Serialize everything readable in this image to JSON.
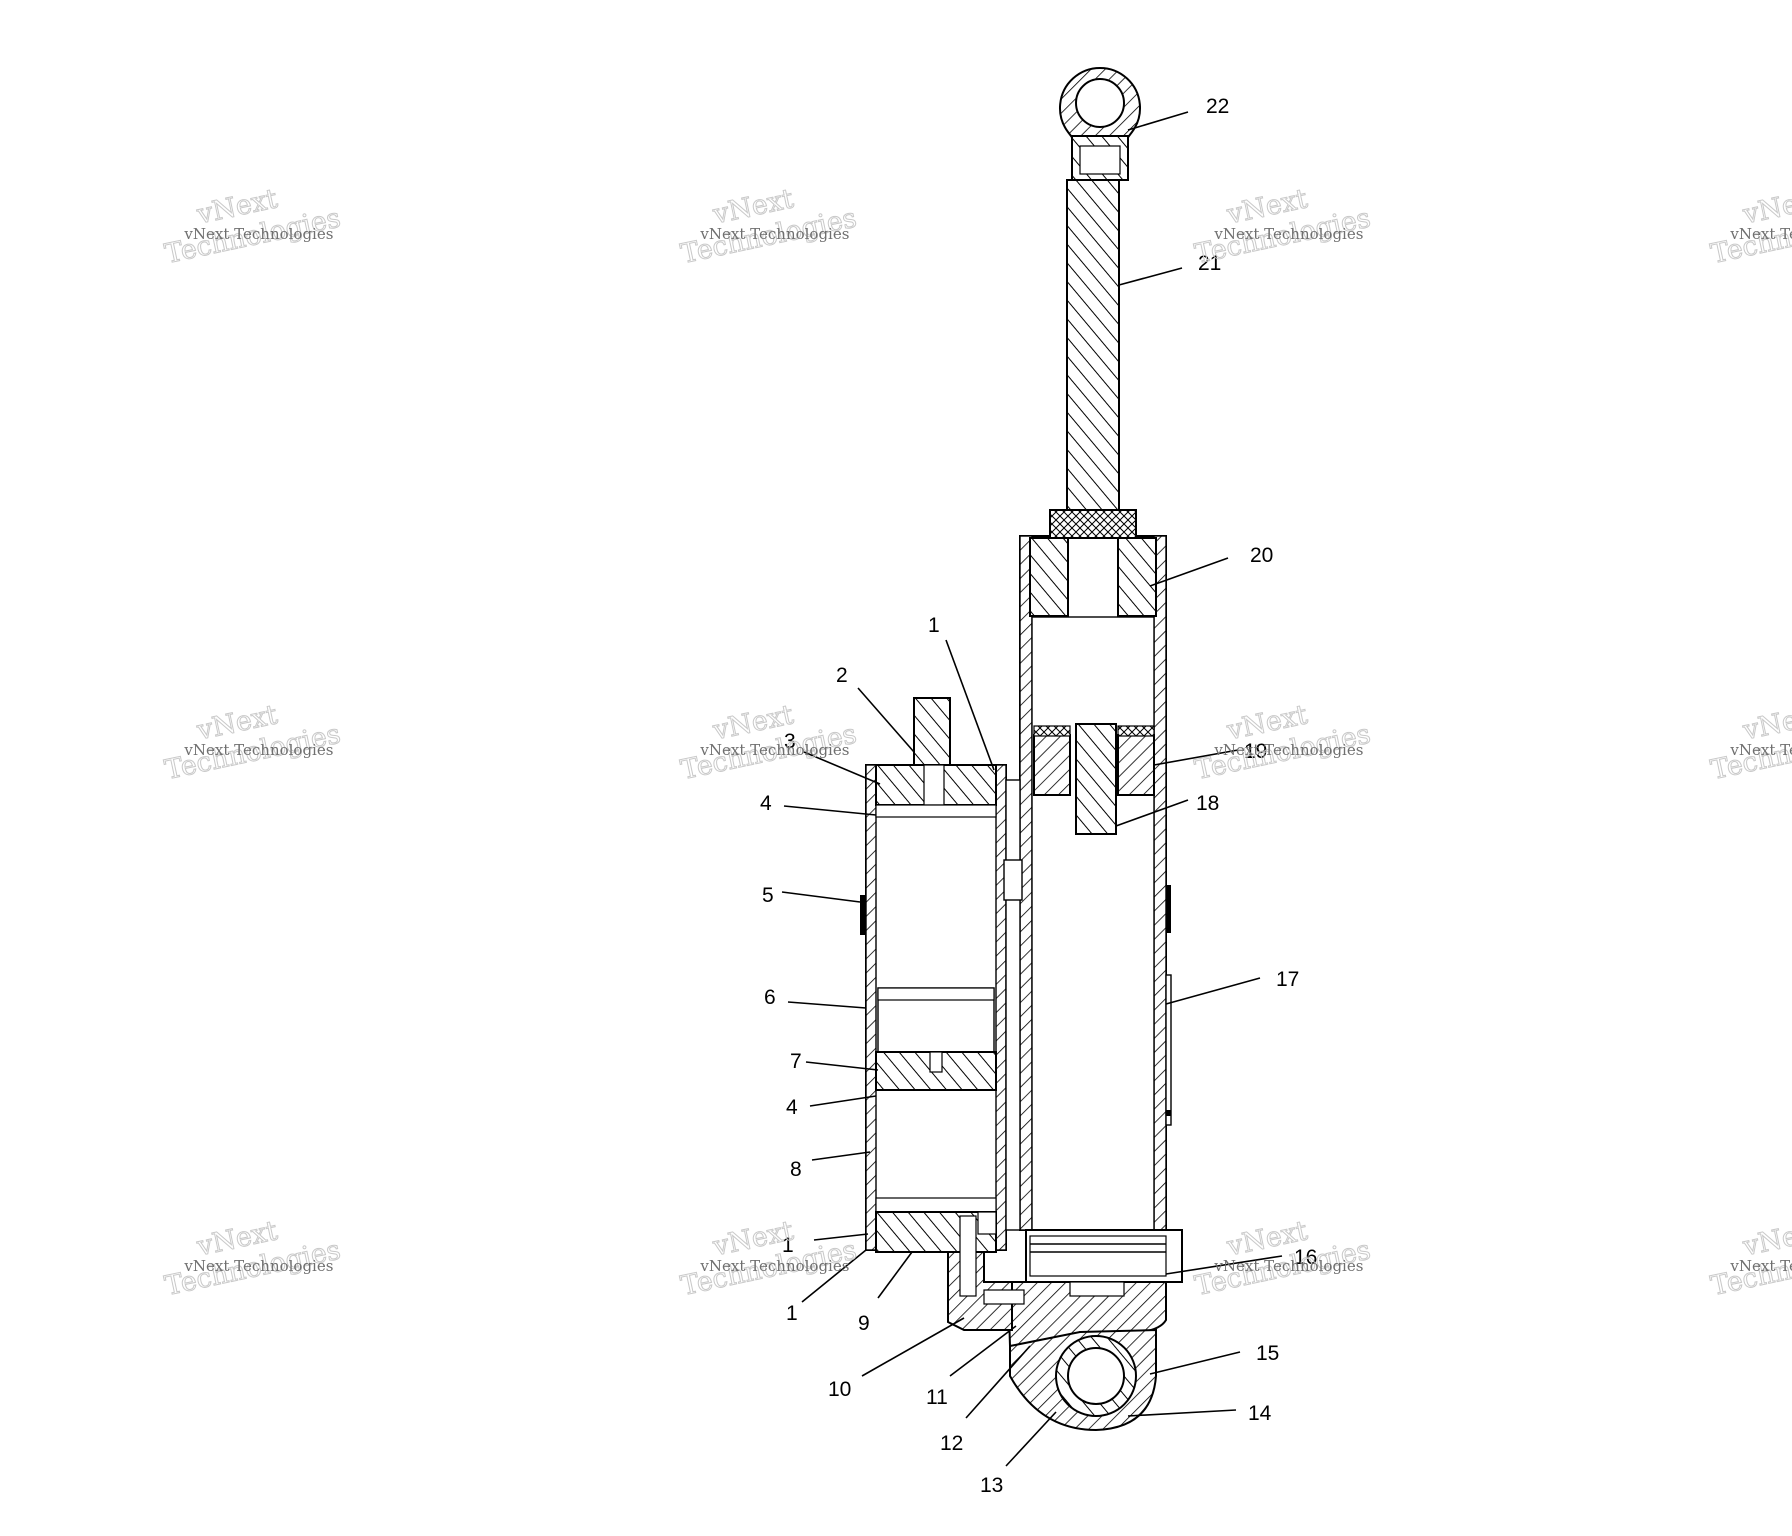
{
  "watermark": {
    "line1": "vNext Technologies",
    "line2": "vNext",
    "line3": "Technologies"
  },
  "callouts": [
    {
      "id": "c22",
      "label": "22"
    },
    {
      "id": "c21",
      "label": "21"
    },
    {
      "id": "c20",
      "label": "20"
    },
    {
      "id": "c1a",
      "label": "1"
    },
    {
      "id": "c2",
      "label": "2"
    },
    {
      "id": "c3",
      "label": "3"
    },
    {
      "id": "c4a",
      "label": "4"
    },
    {
      "id": "c19",
      "label": "19"
    },
    {
      "id": "c18",
      "label": "18"
    },
    {
      "id": "c5",
      "label": "5"
    },
    {
      "id": "c17",
      "label": "17"
    },
    {
      "id": "c6",
      "label": "6"
    },
    {
      "id": "c7",
      "label": "7"
    },
    {
      "id": "c4b",
      "label": "4"
    },
    {
      "id": "c8",
      "label": "8"
    },
    {
      "id": "c1b",
      "label": "1"
    },
    {
      "id": "c16",
      "label": "16"
    },
    {
      "id": "c1c",
      "label": "1"
    },
    {
      "id": "c9",
      "label": "9"
    },
    {
      "id": "c15",
      "label": "15"
    },
    {
      "id": "c10",
      "label": "10"
    },
    {
      "id": "c11",
      "label": "11"
    },
    {
      "id": "c14",
      "label": "14"
    },
    {
      "id": "c12",
      "label": "12"
    },
    {
      "id": "c13",
      "label": "13"
    }
  ],
  "colors": {
    "ink": "#000000",
    "paper": "#ffffff",
    "watermark": "#6f6f6f"
  }
}
